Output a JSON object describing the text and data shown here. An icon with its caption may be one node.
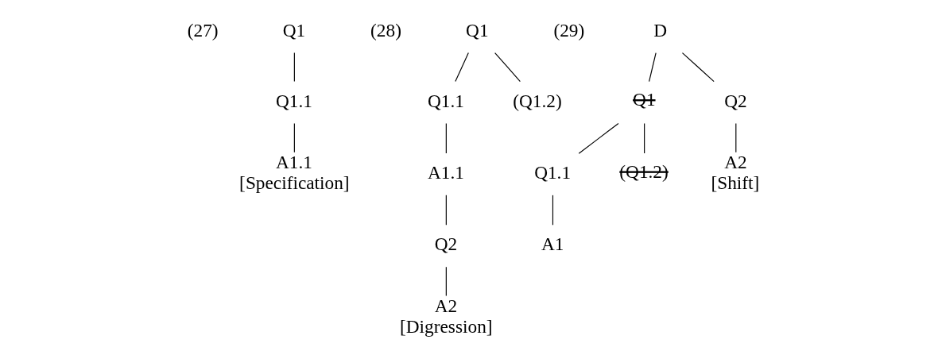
{
  "diagram": {
    "nodes": [
      {
        "text": [
          "Q1"
        ]
      },
      {
        "text": [
          "Q1.1"
        ]
      },
      {
        "text": [
          "A1.1",
          "[Specification]"
        ]
      },
      {
        "text": [
          "Q1"
        ]
      },
      {
        "text": [
          "Q1.1"
        ]
      },
      {
        "text": [
          "(Q1.2)"
        ]
      },
      {
        "text": [
          "A1.1"
        ]
      },
      {
        "text": [
          "Q2"
        ]
      },
      {
        "text": [
          "A2",
          "[Digression]"
        ]
      },
      {
        "text": [
          "D"
        ]
      },
      {
        "text": [
          "Q1"
        ]
      },
      {
        "text": [
          "Q2"
        ]
      },
      {
        "text": [
          "Q1.1"
        ]
      },
      {
        "text": [
          "(Q1.2)"
        ]
      },
      {
        "text": [
          "A2",
          "[Shift]"
        ]
      },
      {
        "text": [
          "A1"
        ]
      }
    ],
    "edges": [
      {
        "from": 0,
        "to": 1,
        "arrow": "none"
      },
      {
        "from": 1,
        "to": 2,
        "arrow": "none"
      },
      {
        "from": 3,
        "to": 4,
        "arrow": "none"
      },
      {
        "from": 3,
        "to": 5,
        "arrow": "none"
      },
      {
        "from": 4,
        "to": 6,
        "arrow": "none"
      },
      {
        "from": 6,
        "to": 7,
        "arrow": "none"
      },
      {
        "from": 7,
        "to": 8,
        "arrow": "none"
      },
      {
        "from": 9,
        "to": 10,
        "arrow": "none"
      },
      {
        "from": 9,
        "to": 11,
        "arrow": "none"
      },
      {
        "from": 10,
        "to": 12,
        "arrow": "none"
      },
      {
        "from": 10,
        "to": 13,
        "arrow": "none"
      },
      {
        "from": 11,
        "to": 14,
        "arrow": "none"
      },
      {
        "from": 12,
        "to": 15,
        "arrow": "none"
      }
    ],
    "labels": [
      "(27)",
      "(28)",
      "(29)"
    ]
  }
}
